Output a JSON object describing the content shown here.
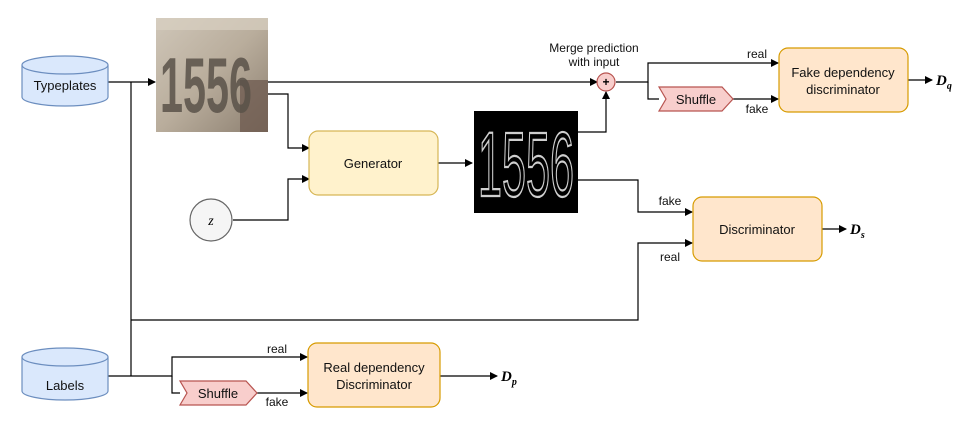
{
  "nodes": {
    "typeplates": "Typeplates",
    "labels": "Labels",
    "generator": "Generator",
    "noise": "z",
    "discriminator": "Discriminator",
    "fake_dep_line1": "Fake dependency",
    "fake_dep_line2": "discriminator",
    "real_dep_line1": "Real dependency",
    "real_dep_line2": "Discriminator",
    "shuffle_top": "Shuffle",
    "shuffle_bottom": "Shuffle",
    "merge_symbol": "+",
    "merge_line1": "Merge prediction",
    "merge_line2": "with input"
  },
  "edges": {
    "real_top": "real",
    "fake_top": "fake",
    "fake_mid": "fake",
    "real_mid": "real",
    "real_bottom": "real",
    "fake_bottom": "fake"
  },
  "outputs": {
    "dq_main": "D",
    "dq_sub": "q",
    "ds_main": "D",
    "ds_sub": "s",
    "dp_main": "D",
    "dp_sub": "p"
  },
  "images": {
    "input_plate": "1556",
    "generated_plate": "1556"
  },
  "colors": {
    "db_fill": "#dae8fc",
    "db_stroke": "#6c8ebf",
    "generator_fill": "#fff2cc",
    "generator_stroke": "#d6b656",
    "disc_fill": "#ffe6cc",
    "disc_stroke": "#d79b00",
    "shuffle_fill": "#f8cecc",
    "shuffle_stroke": "#b85450",
    "noise_fill": "#f5f5f5",
    "noise_stroke": "#666666"
  }
}
